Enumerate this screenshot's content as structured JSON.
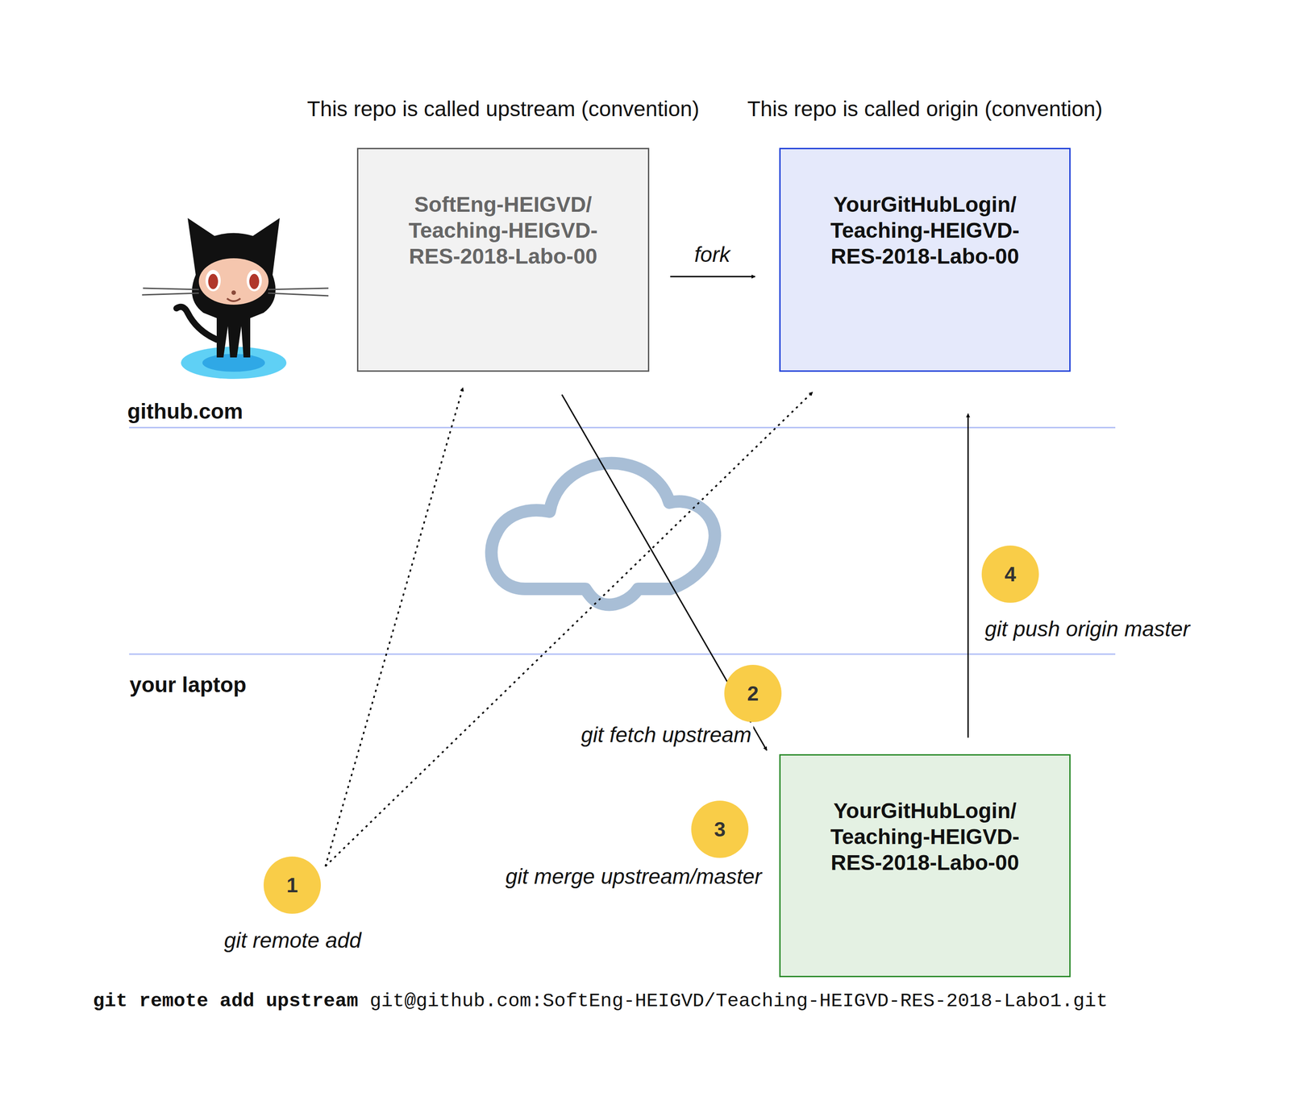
{
  "diagram": {
    "nodes": [
      {
        "text": [
          "This repo is called upstream (convention)",
          "SoftEng-HEIGVD/ Teaching-HEIGVD- RES-2018-Labo-00"
        ]
      },
      {
        "text": [
          "This repo is called origin (convention)",
          "YourGitHubLogin/ Teaching-HEIGVD- RES-2018-Labo-00"
        ]
      },
      {
        "text": [
          "YourGitHubLogin/ Teaching-HEIGVD- RES-2018-Labo-00"
        ]
      },
      {
        "text": [
          "1"
        ]
      },
      {
        "text": [
          "2"
        ]
      },
      {
        "text": [
          "3"
        ]
      },
      {
        "text": [
          "4"
        ]
      }
    ],
    "edges": [
      {
        "from": 0,
        "to": 1,
        "label": "fork",
        "arrow": "to"
      },
      {
        "from": 3,
        "to": 0,
        "arrow": "to"
      },
      {
        "from": 3,
        "to": 1,
        "arrow": "to"
      },
      {
        "from": 0,
        "to": 2,
        "label": "git fetch upstream",
        "arrow": "to"
      },
      {
        "from": 2,
        "to": 1,
        "label": "git push origin master",
        "arrow": "to"
      }
    ],
    "labels": [
      "github.com",
      "your laptop",
      "git remote add",
      "git merge upstream/master",
      "git remote add upstream",
      "git@github.com:SoftEng-HEIGVD/Teaching-HEIGVD-RES-2018-Labo1.git"
    ]
  }
}
